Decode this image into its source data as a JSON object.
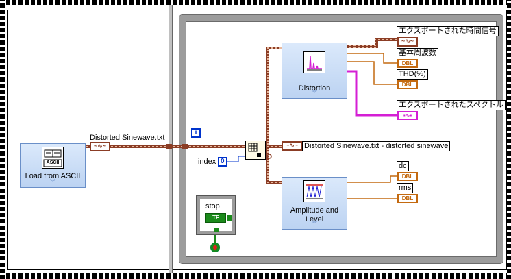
{
  "nodes": {
    "load": {
      "label": "Load from ASCII",
      "icon": "ascii-file-icon",
      "icon_text": "ASCII"
    },
    "distortion": {
      "label": "Distortion",
      "icon": "spectrum-icon"
    },
    "amplitude": {
      "label_line1": "Amplitude and",
      "label_line2": "Level",
      "icon": "amplitude-icon"
    }
  },
  "labels": {
    "file_wire": "Distorted Sinewave.txt",
    "exported_signal": "エクスポートされた時間信号",
    "fundamental": "基本周波数",
    "thd": "THD(%)",
    "exported_spectrum": "エクスポートされたスペクトル",
    "indexed_signal": "Distorted Sinewave.txt - distorted sinewave",
    "index": "index",
    "index_value": "0",
    "dc": "dc",
    "rms": "rms",
    "stop": "stop",
    "iteration": "i"
  },
  "terminals": {
    "dbl": "DBL",
    "wave": "~∿~",
    "bool": "TF",
    "spectrum": "▪∿▪"
  },
  "colors": {
    "waveform_wire": "#8b3d25",
    "dbl_wire": "#c46a10",
    "spectrum_wire": "#d41fd4",
    "bool_wire": "#1b8a1b",
    "int_wire": "#0033cc",
    "vi_fill": "#c8dcf5",
    "loop_frame": "#9c9c9c"
  }
}
